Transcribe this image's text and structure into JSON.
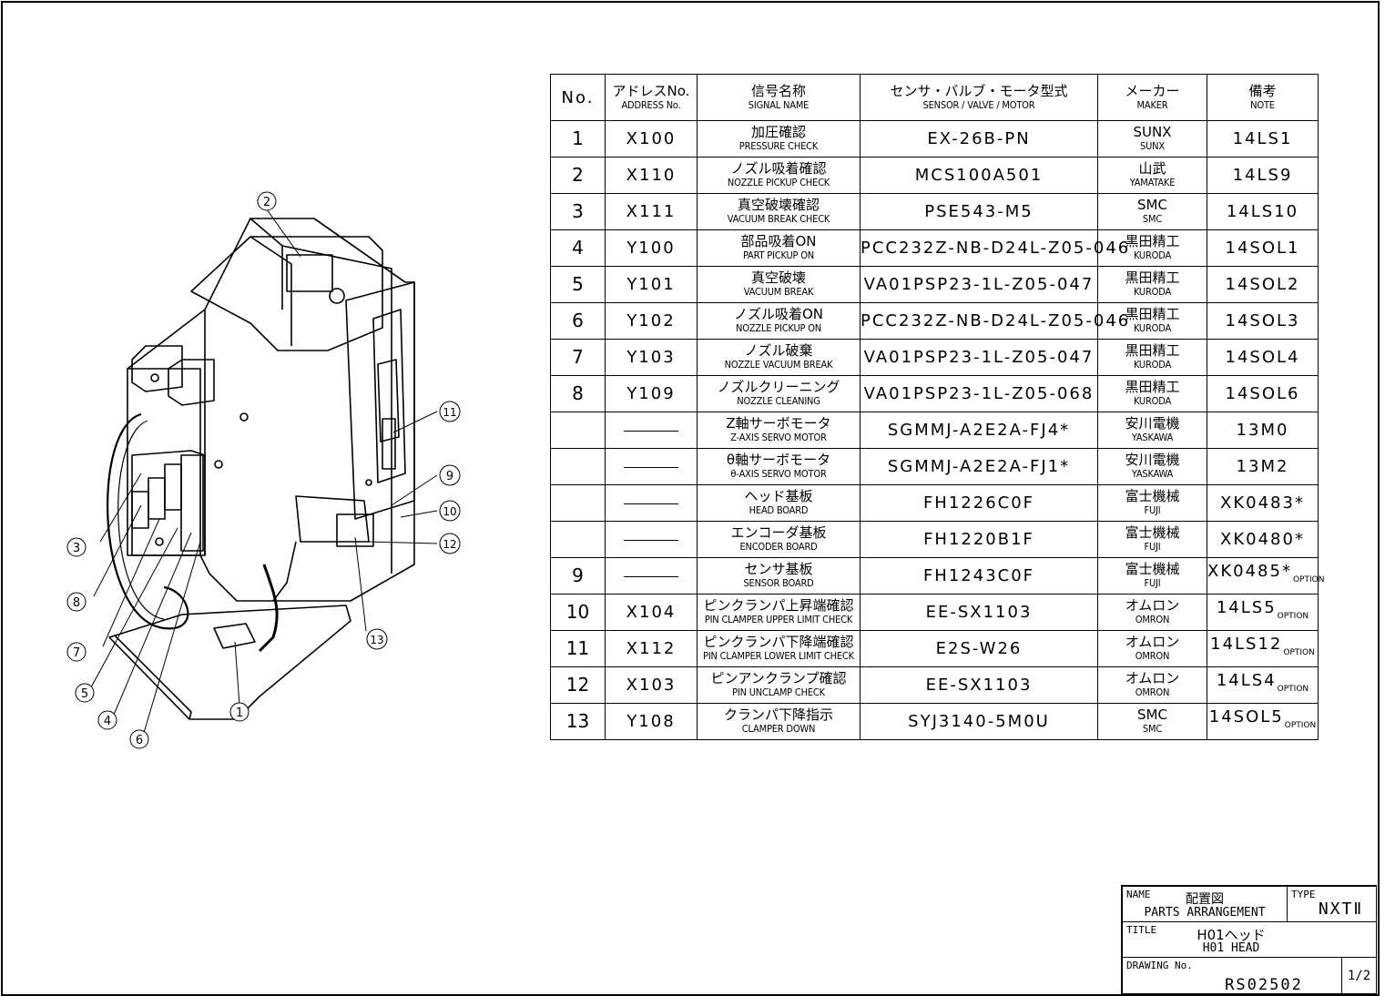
{
  "table": {
    "headers": [
      {
        "jp": "No.",
        "en": ""
      },
      {
        "jp": "アドレスNo.",
        "en": "ADDRESS No."
      },
      {
        "jp": "信号名称",
        "en": "SIGNAL NAME"
      },
      {
        "jp": "センサ・バルブ・モータ型式",
        "en": "SENSOR / VALVE / MOTOR"
      },
      {
        "jp": "メーカー",
        "en": "MAKER"
      },
      {
        "jp": "備考",
        "en": "NOTE"
      }
    ],
    "rows": [
      {
        "no": "1",
        "address": "X100",
        "signal_jp": "加圧確認",
        "signal_en": "PRESSURE CHECK",
        "model": "EX-26B-PN",
        "maker_jp": "SUNX",
        "maker_en": "SUNX",
        "note": "14LS1",
        "option": ""
      },
      {
        "no": "2",
        "address": "X110",
        "signal_jp": "ノズル吸着確認",
        "signal_en": "NOZZLE PICKUP CHECK",
        "model": "MCS100A501",
        "maker_jp": "山武",
        "maker_en": "YAMATAKE",
        "note": "14LS9",
        "option": ""
      },
      {
        "no": "3",
        "address": "X111",
        "signal_jp": "真空破壊確認",
        "signal_en": "VACUUM BREAK CHECK",
        "model": "PSE543-M5",
        "maker_jp": "SMC",
        "maker_en": "SMC",
        "note": "14LS10",
        "option": ""
      },
      {
        "no": "4",
        "address": "Y100",
        "signal_jp": "部品吸着ON",
        "signal_en": "PART PICKUP ON",
        "model": "PCC232Z-NB-D24L-Z05-046",
        "maker_jp": "黒田精工",
        "maker_en": "KURODA",
        "note": "14SOL1",
        "option": ""
      },
      {
        "no": "5",
        "address": "Y101",
        "signal_jp": "真空破壊",
        "signal_en": "VACUUM BREAK",
        "model": "VA01PSP23-1L-Z05-047",
        "maker_jp": "黒田精工",
        "maker_en": "KURODA",
        "note": "14SOL2",
        "option": ""
      },
      {
        "no": "6",
        "address": "Y102",
        "signal_jp": "ノズル吸着ON",
        "signal_en": "NOZZLE PICKUP ON",
        "model": "PCC232Z-NB-D24L-Z05-046",
        "maker_jp": "黒田精工",
        "maker_en": "KURODA",
        "note": "14SOL3",
        "option": ""
      },
      {
        "no": "7",
        "address": "Y103",
        "signal_jp": "ノズル破棄",
        "signal_en": "NOZZLE VACUUM BREAK",
        "model": "VA01PSP23-1L-Z05-047",
        "maker_jp": "黒田精工",
        "maker_en": "KURODA",
        "note": "14SOL4",
        "option": ""
      },
      {
        "no": "8",
        "address": "Y109",
        "signal_jp": "ノズルクリーニング",
        "signal_en": "NOZZLE CLEANING",
        "model": "VA01PSP23-1L-Z05-068",
        "maker_jp": "黒田精工",
        "maker_en": "KURODA",
        "note": "14SOL6",
        "option": ""
      },
      {
        "no": "",
        "address": "",
        "signal_jp": "Z軸サーボモータ",
        "signal_en": "Z-AXIS SERVO MOTOR",
        "model": "SGMMJ-A2E2A-FJ4*",
        "maker_jp": "安川電機",
        "maker_en": "YASKAWA",
        "note": "13M0",
        "option": ""
      },
      {
        "no": "",
        "address": "",
        "signal_jp": "θ軸サーボモータ",
        "signal_en": "θ-AXIS SERVO MOTOR",
        "model": "SGMMJ-A2E2A-FJ1*",
        "maker_jp": "安川電機",
        "maker_en": "YASKAWA",
        "note": "13M2",
        "option": ""
      },
      {
        "no": "",
        "address": "",
        "signal_jp": "ヘッド基板",
        "signal_en": "HEAD BOARD",
        "model": "FH1226C0F",
        "maker_jp": "富士機械",
        "maker_en": "FUJI",
        "note": "XK0483*",
        "option": ""
      },
      {
        "no": "",
        "address": "",
        "signal_jp": "エンコーダ基板",
        "signal_en": "ENCODER BOARD",
        "model": "FH1220B1F",
        "maker_jp": "富士機械",
        "maker_en": "FUJI",
        "note": "XK0480*",
        "option": ""
      },
      {
        "no": "9",
        "address": "",
        "signal_jp": "センサ基板",
        "signal_en": "SENSOR BOARD",
        "model": "FH1243C0F",
        "maker_jp": "富士機械",
        "maker_en": "FUJI",
        "note": "XK0485*",
        "option": "OPTION"
      },
      {
        "no": "10",
        "address": "X104",
        "signal_jp": "ピンクランパ上昇端確認",
        "signal_en": "PIN CLAMPER UPPER LIMIT CHECK",
        "model": "EE-SX1103",
        "maker_jp": "オムロン",
        "maker_en": "OMRON",
        "note": "14LS5",
        "option": "OPTION"
      },
      {
        "no": "11",
        "address": "X112",
        "signal_jp": "ピンクランパ下降端確認",
        "signal_en": "PIN CLAMPER LOWER LIMIT CHECK",
        "model": "E2S-W26",
        "maker_jp": "オムロン",
        "maker_en": "OMRON",
        "note": "14LS12",
        "option": "OPTION"
      },
      {
        "no": "12",
        "address": "X103",
        "signal_jp": "ピンアンクランプ確認",
        "signal_en": "PIN UNCLAMP CHECK",
        "model": "EE-SX1103",
        "maker_jp": "オムロン",
        "maker_en": "OMRON",
        "note": "14LS4",
        "option": "OPTION"
      },
      {
        "no": "13",
        "address": "Y108",
        "signal_jp": "クランパ下降指示",
        "signal_en": "CLAMPER DOWN",
        "model": "SYJ3140-5M0U",
        "maker_jp": "SMC",
        "maker_en": "SMC",
        "note": "14SOL5",
        "option": "OPTION"
      }
    ]
  },
  "drawing": {
    "callouts": [
      "1",
      "2",
      "3",
      "4",
      "5",
      "6",
      "7",
      "8",
      "9",
      "10",
      "11",
      "12",
      "13"
    ]
  },
  "title_block": {
    "name_label": "NAME",
    "name_jp": "配置図",
    "name_en": "PARTS ARRANGEMENT",
    "type_label": "TYPE",
    "type_value": "NXTⅡ",
    "title_label": "TITLE",
    "title_jp": "H01ヘッド",
    "title_en": "H01 HEAD",
    "drawing_no_label": "DRAWING No.",
    "drawing_no": "RS02502",
    "sheet": "1/2"
  }
}
